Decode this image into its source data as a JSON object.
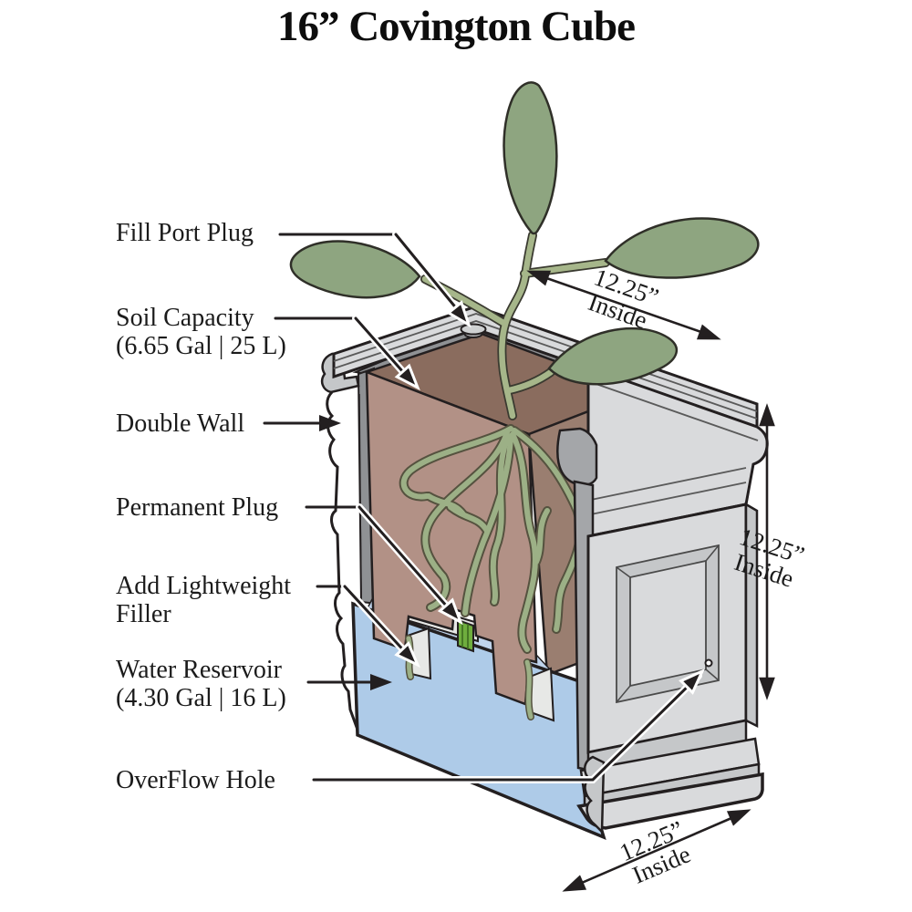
{
  "title": "16” Covington Cube",
  "labels": {
    "fill_port_plug": "Fill Port Plug",
    "soil_capacity_line1": "Soil Capacity",
    "soil_capacity_line2": "(6.65 Gal | 25 L)",
    "double_wall": "Double Wall",
    "permanent_plug": "Permanent Plug",
    "add_lightweight_line1": "Add Lightweight",
    "add_lightweight_line2": "Filler",
    "water_reservoir_line1": "Water Reservoir",
    "water_reservoir_line2": "(4.30 Gal | 16 L)",
    "overflow_hole": "OverFlow Hole"
  },
  "dimensions": {
    "top": {
      "value": "12.25”",
      "label": "Inside"
    },
    "right": {
      "value": "12.25”",
      "label": "Inside"
    },
    "bottom": {
      "value": "12.25”",
      "label": "Inside"
    }
  },
  "colors": {
    "outline": "#231f20",
    "leaf": "#8ea580",
    "stem": "#a6b68a",
    "root": "#9cb086",
    "soil_top": "#8a6c5e",
    "soil_face": "#b29186",
    "soil_side": "#9a7e70",
    "water": "#aecbe8",
    "water_surface": "#c0d4ec",
    "wall_light": "#d9dadc",
    "wall_mid": "#c5c7c9",
    "wall_dark": "#a4a6a9",
    "wall_inner": "#8f9194",
    "chamber": "#e7e8e6",
    "plug": "#6fae3e",
    "text": "#1b1b1b"
  }
}
